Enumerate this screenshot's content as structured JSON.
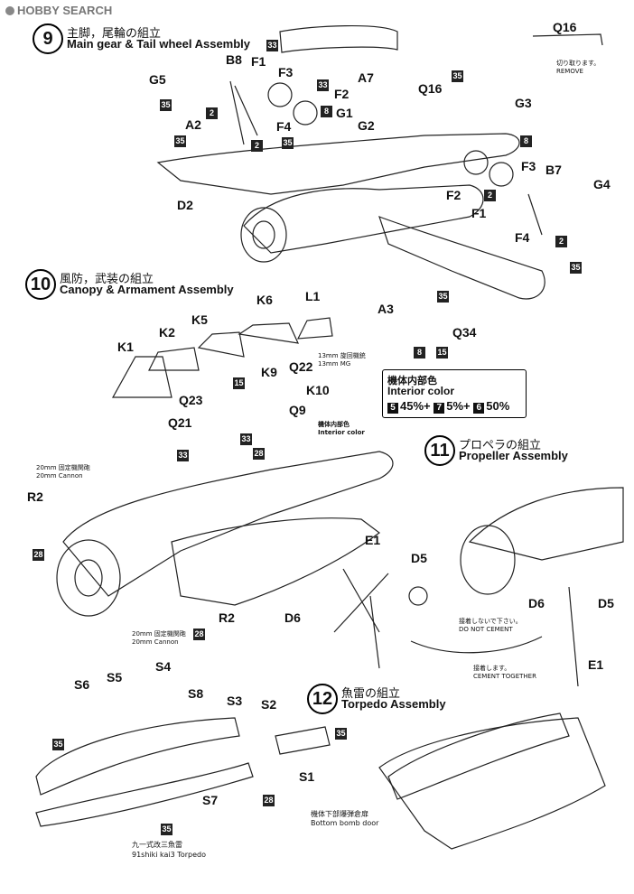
{
  "watermark": "HOBBY SEARCH",
  "steps": [
    {
      "num": "9",
      "jp": "主脚，尾輪の組立",
      "en": "Main gear & Tail wheel Assembly"
    },
    {
      "num": "10",
      "jp": "風防，武装の組立",
      "en": "Canopy & Armament Assembly"
    },
    {
      "num": "11",
      "jp": "プロペラの組立",
      "en": "Propeller Assembly"
    },
    {
      "num": "12",
      "jp": "魚雷の組立",
      "en": "Torpedo Assembly"
    }
  ],
  "parts": {
    "q16_top": "Q16",
    "g5": "G5",
    "b8": "B8",
    "f1": "F1",
    "f3": "F3",
    "a7": "A7",
    "f2": "F2",
    "g1": "G1",
    "g2": "G2",
    "a2": "A2",
    "f4": "F4",
    "q16": "Q16",
    "g3": "G3",
    "d2": "D2",
    "f3b": "F3",
    "b7": "B7",
    "g4": "G4",
    "f2b": "F2",
    "f1b": "F1",
    "f4b": "F4",
    "a3": "A3",
    "q34": "Q34",
    "k6": "K6",
    "l1": "L1",
    "k5": "K5",
    "k2": "K2",
    "k1": "K1",
    "k9": "K9",
    "q22": "Q22",
    "k10": "K10",
    "q23": "Q23",
    "q9": "Q9",
    "q21": "Q21",
    "r2": "R2",
    "r2b": "R2",
    "e1": "E1",
    "d5": "D5",
    "d6": "D6",
    "d6b": "D6",
    "d5b": "D5",
    "e1b": "E1",
    "s6": "S6",
    "s5": "S5",
    "s4": "S4",
    "s8": "S8",
    "s3": "S3",
    "s2": "S2",
    "s1": "S1",
    "s7": "S7"
  },
  "badges": {
    "b33a": "33",
    "b35a": "35",
    "b2a": "2",
    "b33b": "33",
    "b8a": "8",
    "b35b": "35",
    "b35c": "35",
    "b2b": "2",
    "b35d": "35",
    "b8b": "8",
    "b2c": "2",
    "b2d": "2",
    "b35e": "35",
    "b35f": "35",
    "b8c": "8",
    "b15a": "15",
    "b15b": "15",
    "b33c": "33",
    "b28a": "28",
    "b33d": "33",
    "b28b": "28",
    "b28c": "28",
    "b35g": "35",
    "b35h": "35",
    "b35i": "35",
    "b28d": "28"
  },
  "notes": {
    "remove_jp": "切り取ります。",
    "remove_en": "REMOVE",
    "mg_jp": "13mm 旋回機銃",
    "mg_en": "13mm MG",
    "interior_jp": "機体内部色",
    "interior_en": "Interior color",
    "cannon1_jp": "20mm 固定機関砲",
    "cannon1_en": "20mm Cannon",
    "cannon2_jp": "20mm 固定機関砲",
    "cannon2_en": "20mm Cannon",
    "notcement_jp": "接着しないで下さい。",
    "notcement_en": "DO NOT CEMENT",
    "cement_jp": "接着します。",
    "cement_en": "CEMENT TOGETHER",
    "torpedo_jp": "九一式改三魚雷",
    "torpedo_en": "91shiki kai3 Torpedo",
    "bombdoor_jp": "機体下部爆弾倉扉",
    "bombdoor_en": "Bottom bomb door"
  },
  "color_box": {
    "title_jp": "機体内部色",
    "title_en": "Interior color",
    "mix": [
      {
        "num": "5",
        "pct": "45%",
        "op": "+"
      },
      {
        "num": "7",
        "pct": "5%",
        "op": "+"
      },
      {
        "num": "6",
        "pct": "50%",
        "op": ""
      }
    ]
  }
}
